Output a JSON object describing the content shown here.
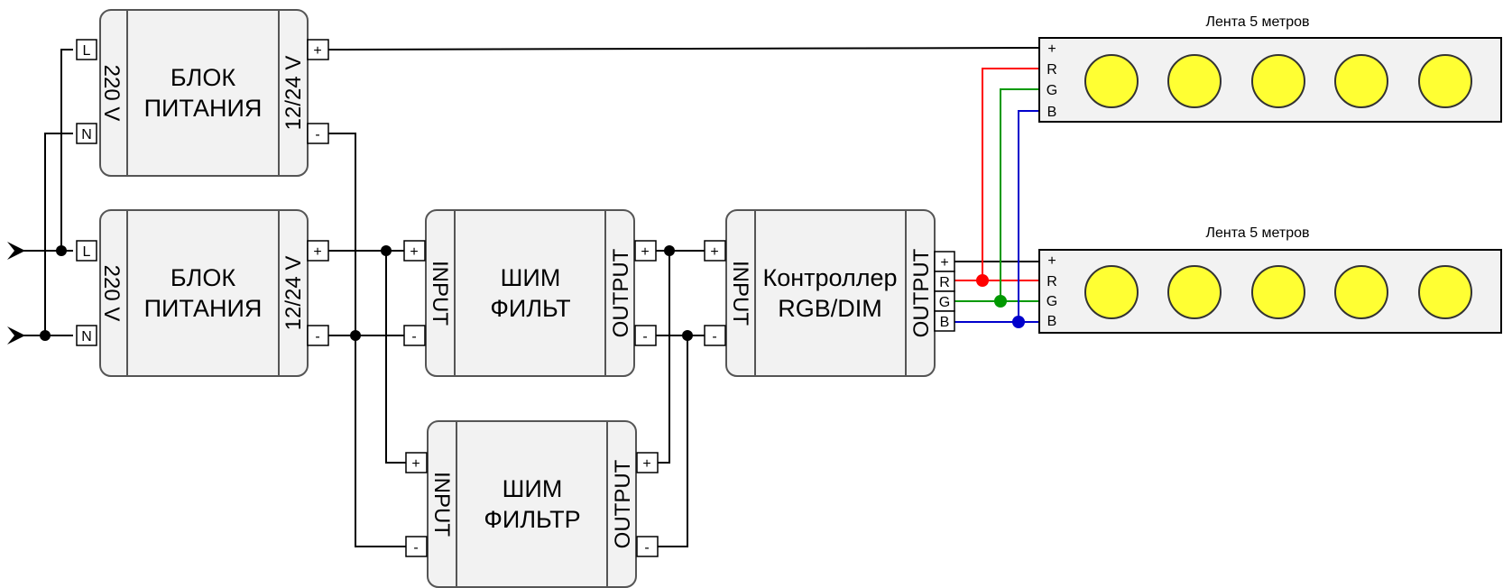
{
  "power_supplies": [
    {
      "title_line1": "БЛОК",
      "title_line2": "ПИТАНИЯ",
      "input_label": "220 V",
      "output_label": "12/24 V",
      "in_terminals": [
        "L",
        "N"
      ],
      "out_terminals": [
        "+",
        "-"
      ]
    },
    {
      "title_line1": "БЛОК",
      "title_line2": "ПИТАНИЯ",
      "input_label": "220 V",
      "output_label": "12/24 V",
      "in_terminals": [
        "L",
        "N"
      ],
      "out_terminals": [
        "+",
        "-"
      ]
    }
  ],
  "pwm_filters": [
    {
      "title_line1": "ШИМ",
      "title_line2": "ФИЛЬТ",
      "input_label": "INPUT",
      "output_label": "OUTPUT",
      "in_terminals": [
        "+",
        "-"
      ],
      "out_terminals": [
        "+",
        "-"
      ]
    },
    {
      "title_line1": "ШИМ",
      "title_line2": "ФИЛЬТР",
      "input_label": "INPUT",
      "output_label": "OUTPUT",
      "in_terminals": [
        "+",
        "-"
      ],
      "out_terminals": [
        "+",
        "-"
      ]
    }
  ],
  "controller": {
    "title_line1": "Контроллер",
    "title_line2": "RGB/DIM",
    "input_label": "INPUT",
    "output_label": "OUTPUT",
    "in_terminals": [
      "+",
      "-"
    ],
    "out_terminals": [
      "+",
      "R",
      "G",
      "B"
    ]
  },
  "led_strips": [
    {
      "label": "Лента 5 метров",
      "pins": [
        "+",
        "R",
        "G",
        "B"
      ],
      "led_count": 5
    },
    {
      "label": "Лента 5 метров",
      "pins": [
        "+",
        "R",
        "G",
        "B"
      ],
      "led_count": 5
    }
  ],
  "colors": {
    "wire": "#000000",
    "red": "#ff0000",
    "green": "#009900",
    "blue": "#0000cc",
    "box_fill": "#f2f2f2",
    "led_fill": "#ffff33"
  }
}
